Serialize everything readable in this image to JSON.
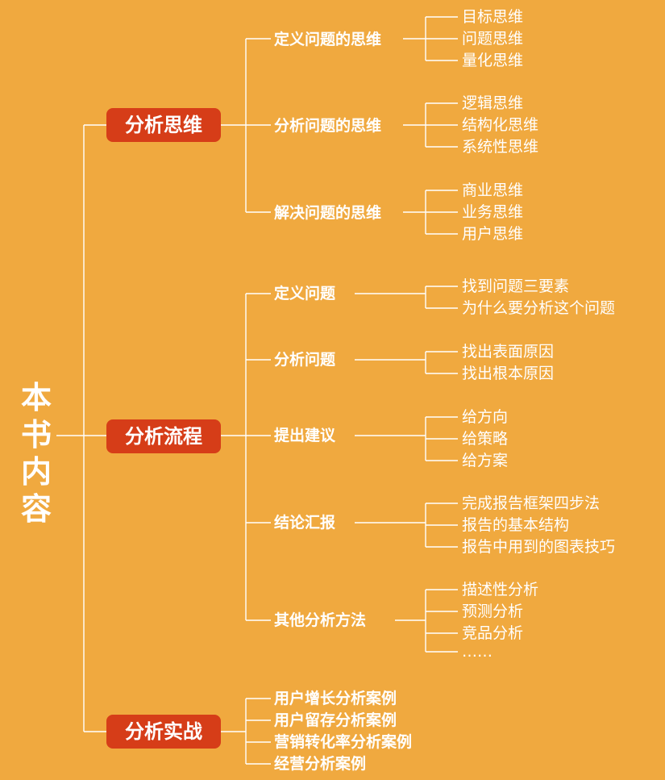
{
  "root": {
    "chars": [
      "本",
      "书",
      "内",
      "容"
    ]
  },
  "sections": [
    {
      "label": "分析思维",
      "children": [
        {
          "label": "定义问题的思维",
          "items": [
            "目标思维",
            "问题思维",
            "量化思维"
          ]
        },
        {
          "label": "分析问题的思维",
          "items": [
            "逻辑思维",
            "结构化思维",
            "系统性思维"
          ]
        },
        {
          "label": "解决问题的思维",
          "items": [
            "商业思维",
            "业务思维",
            "用户思维"
          ]
        }
      ]
    },
    {
      "label": "分析流程",
      "children": [
        {
          "label": "定义问题",
          "items": [
            "找到问题三要素",
            "为什么要分析这个问题"
          ]
        },
        {
          "label": "分析问题",
          "items": [
            "找出表面原因",
            "找出根本原因"
          ]
        },
        {
          "label": "提出建议",
          "items": [
            "给方向",
            "给策略",
            "给方案"
          ]
        },
        {
          "label": "结论汇报",
          "items": [
            "完成报告框架四步法",
            "报告的基本结构",
            "报告中用到的图表技巧"
          ]
        },
        {
          "label": "其他分析方法",
          "items": [
            "描述性分析",
            "预测分析",
            "竞品分析",
            "……"
          ]
        }
      ]
    },
    {
      "label": "分析实战",
      "leaves": [
        "用户增长分析案例",
        "用户留存分析案例",
        "营销转化率分析案例",
        "经营分析案例"
      ]
    }
  ]
}
